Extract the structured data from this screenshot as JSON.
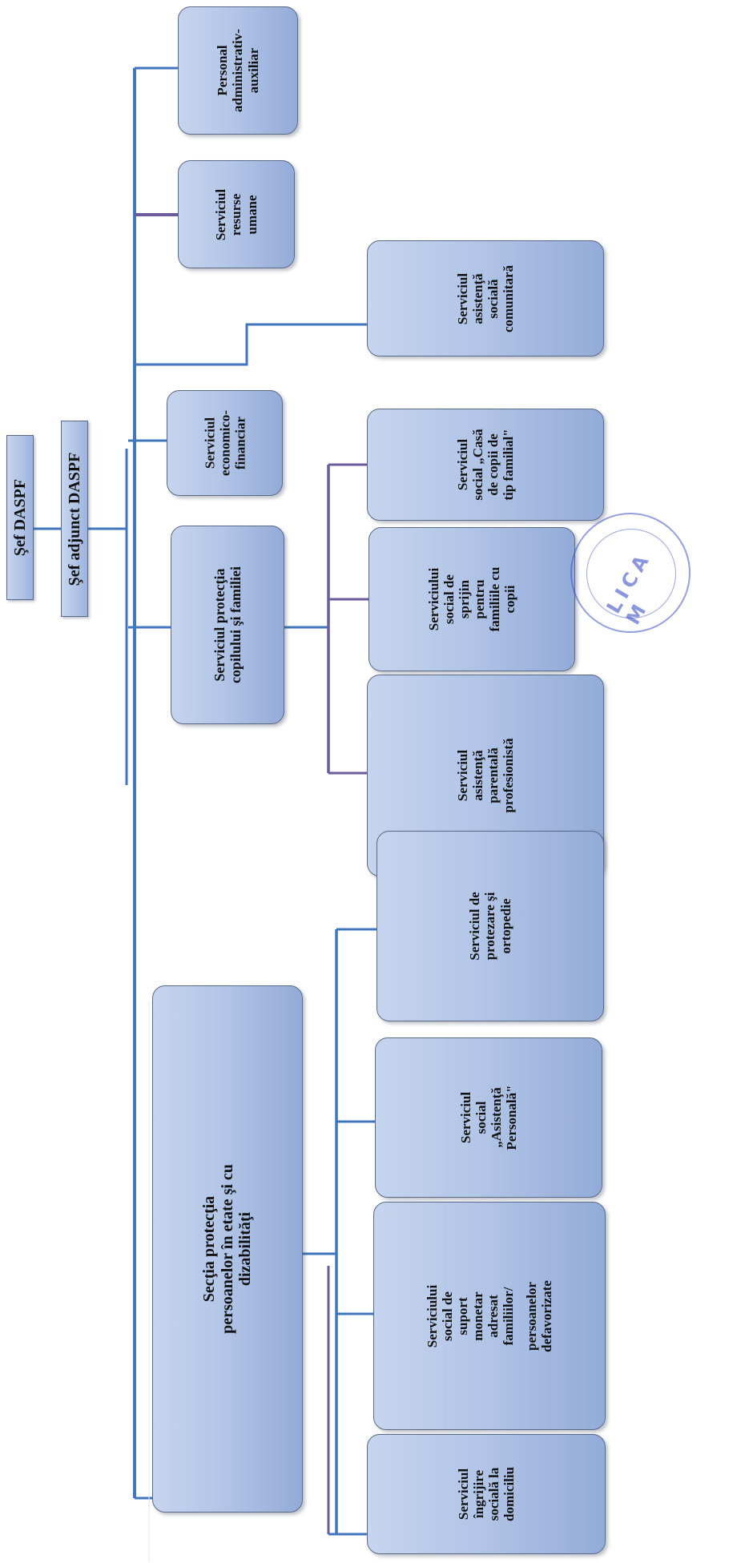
{
  "header": {
    "chief": "Şef DASPF",
    "deputy": "Şef adjunct DASPF"
  },
  "units": {
    "personal_admin": [
      "Personal",
      "administrativ-",
      "auxiliar"
    ],
    "resurse_umane": [
      "Serviciul",
      "resurse",
      "umane"
    ],
    "asistenta_comunitara": [
      "Serviciul",
      "asistenţă",
      "socială",
      "comunitară"
    ],
    "economico_financiar": [
      "Serviciul",
      "economico-",
      "financiar"
    ],
    "protectia_copilului": [
      "Serviciul protecţia",
      "copilului şi familiei"
    ],
    "sectia_protectie": [
      "Secţia protecţia",
      "persoanelor în etate şi cu",
      "dizabilităţi"
    ]
  },
  "child_services": [
    [
      "Serviciul",
      "social „Casă",
      "de copii de",
      "tip familial\""
    ],
    [
      "Serviciului",
      "social de",
      "sprijin",
      "pentru",
      "familiile cu",
      "copii"
    ],
    [
      "Serviciul",
      "asistenţă",
      "parentală",
      "profesionistă"
    ]
  ],
  "elderly_services": [
    [
      "Serviciul de",
      "protezare şi",
      "ortopedie"
    ],
    [
      "Serviciul",
      "social",
      "„Asistenţă",
      "Personală\""
    ],
    [
      "Serviciului",
      "social de",
      "suport",
      "monetar",
      "adresat",
      "familiilor/",
      "",
      "persoanelor",
      "defavorizate"
    ],
    [
      "Serviciul",
      "îngrijire",
      "socială la",
      "domiciliu"
    ]
  ],
  "stamp": {
    "text": "LICA M"
  },
  "colors": {
    "line_blue": "#3f76bd",
    "line_purple": "#6b5a9e",
    "box_light": "#c6d4ee",
    "box_dark": "#93abd8",
    "stamp": "#3c50c8"
  }
}
